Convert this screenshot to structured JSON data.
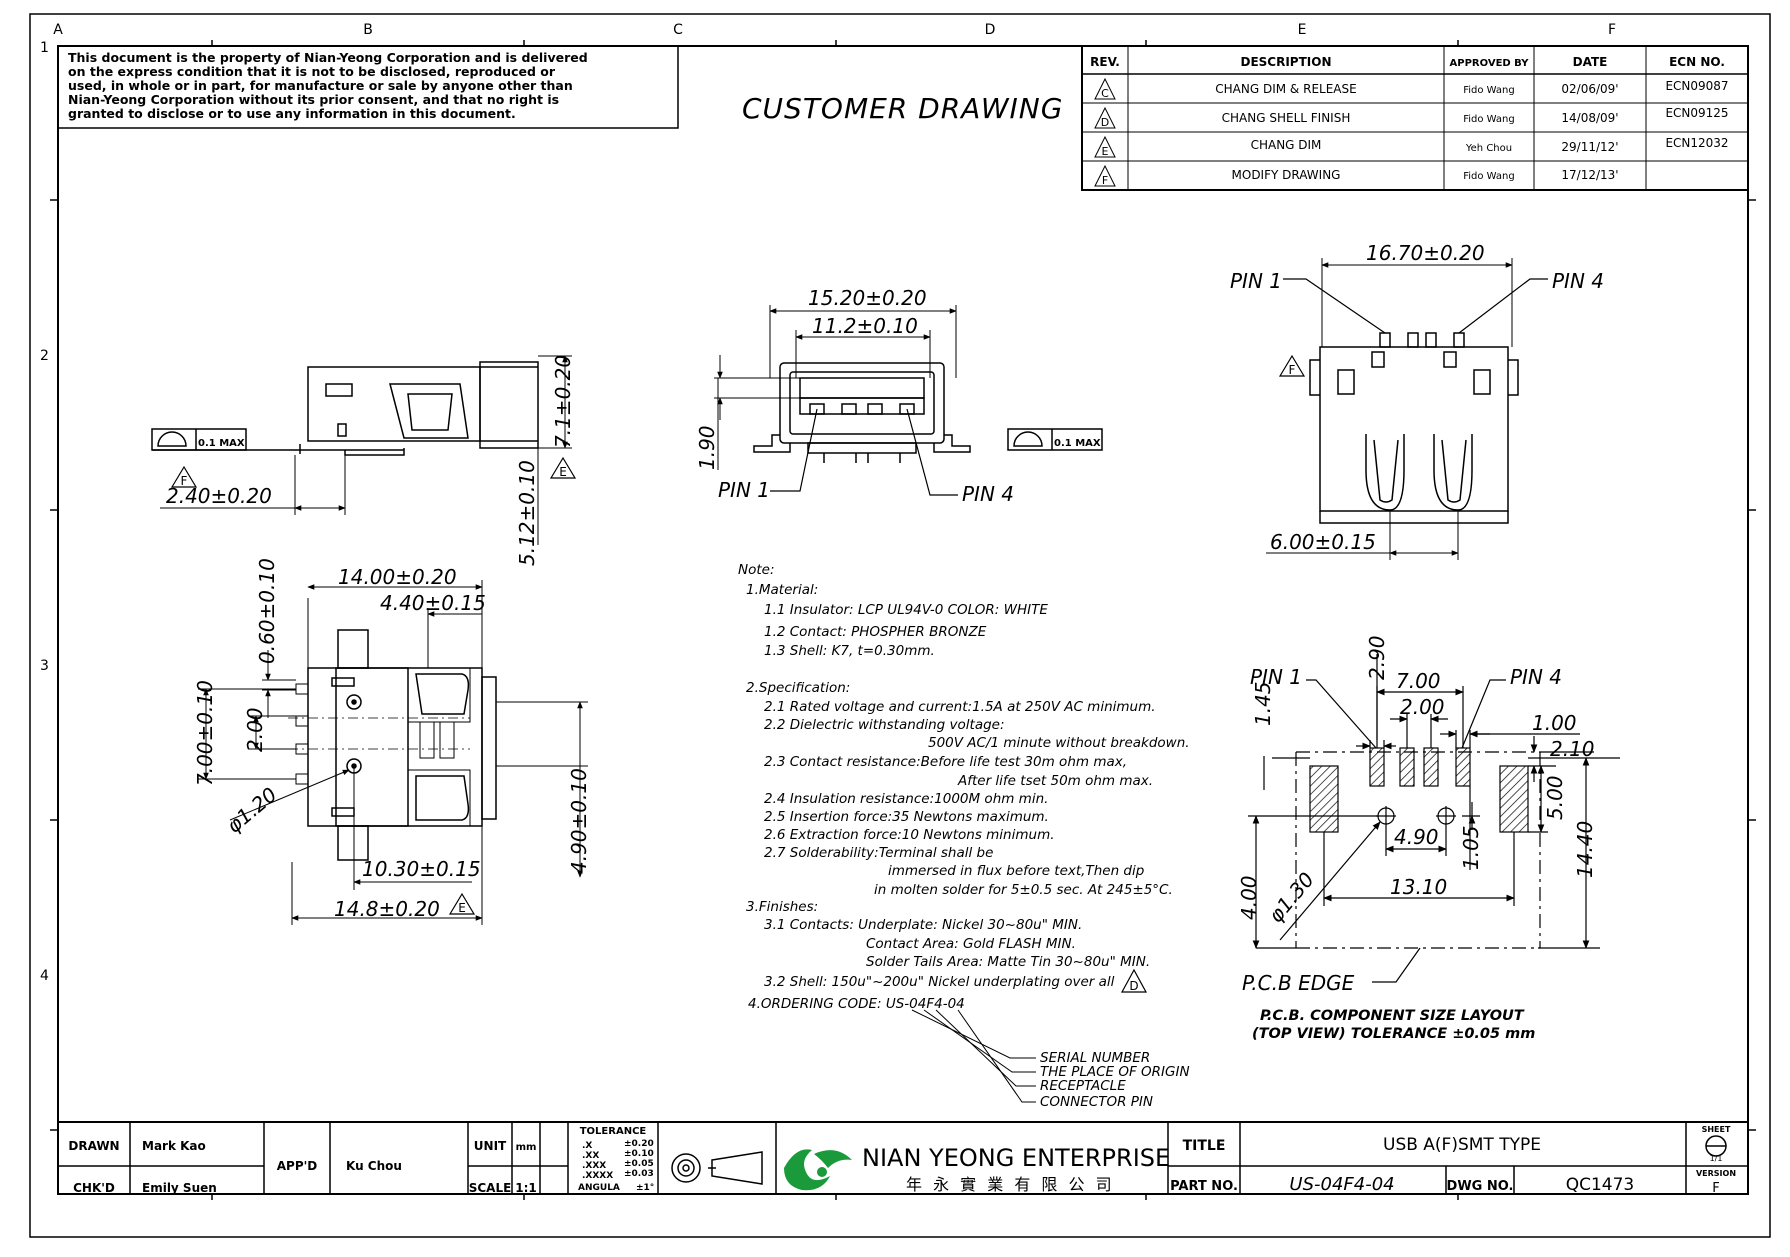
{
  "grid": {
    "columns": [
      "A",
      "B",
      "C",
      "D",
      "E",
      "F"
    ],
    "rows": [
      "1",
      "2",
      "3",
      "4"
    ]
  },
  "notice_lines": [
    "This document is the property of Nian-Yeong Corporation and is delivered",
    "on the express condition that it is not to be disclosed, reproduced or",
    "used, in whole or in part, for manufacture or sale by anyone other than",
    "Nian-Yeong Corporation without its prior consent, and that no right is",
    "granted to disclose or to use any information in this document."
  ],
  "drawing_title": "CUSTOMER DRAWING",
  "revision_table": {
    "headers": [
      "REV.",
      "DESCRIPTION",
      "APPROVED BY",
      "DATE",
      "ECN NO."
    ],
    "rows": [
      {
        "rev": "C",
        "description": "CHANG DIM & RELEASE",
        "approved_by": "Fido Wang",
        "date": "02/06/09'",
        "ecn": "ECN09087"
      },
      {
        "rev": "D",
        "description": "CHANG SHELL FINISH",
        "approved_by": "Fido Wang",
        "date": "14/08/09'",
        "ecn": "ECN09125"
      },
      {
        "rev": "E",
        "description": "CHANG DIM",
        "approved_by": "Yeh Chou",
        "date": "29/11/12'",
        "ecn": "ECN12032"
      },
      {
        "rev": "F",
        "description": "MODIFY DRAWING",
        "approved_by": "Fido Wang",
        "date": "17/12/13'",
        "ecn": ""
      }
    ]
  },
  "side_view": {
    "dim_height": "7.1±0.20",
    "dim_pin_offset": "2.40±0.20",
    "dim_body": "5.12±0.10",
    "flatness": "0.1 MAX",
    "rev_mark_1": "F",
    "rev_mark_2": "E"
  },
  "front_view": {
    "dim_outer": "15.20±0.20",
    "dim_inner": "11.2±0.10",
    "dim_height": "1.90",
    "pin1": "PIN 1",
    "pin4": "PIN 4",
    "flatness": "0.1 MAX"
  },
  "top_view": {
    "dim_width": "14.00±0.20",
    "dim_4_40": "4.40±0.15",
    "dim_0_60": "0.60±0.10",
    "dim_7_00": "7.00±0.10",
    "dim_2_00": "2.00",
    "dim_hole": "φ1.20",
    "dim_4_90": "4.90±0.10",
    "dim_10_30": "10.30±0.15",
    "dim_14_8": "14.8±0.20",
    "rev_mark": "E"
  },
  "rear_view": {
    "dim_width": "16.70±0.20",
    "dim_6_00": "6.00±0.15",
    "pin1": "PIN 1",
    "pin4": "PIN 4",
    "rev_mark": "F"
  },
  "pcb_layout": {
    "pin1": "PIN 1",
    "pin4": "PIN 4",
    "dim_2_90": "2.90",
    "dim_7_00": "7.00",
    "dim_2_00": "2.00",
    "dim_1_00": "1.00",
    "dim_1_45": "1.45",
    "dim_2_10": "2.10",
    "dim_5_00": "5.00",
    "dim_4_90": "4.90",
    "dim_1_05": "1.05",
    "dim_14_40": "14.40",
    "dim_13_10": "13.10",
    "dim_4_00": "4.00",
    "dim_hole": "φ1.30",
    "pcb_edge": "P.C.B EDGE",
    "caption_1": "P.C.B. COMPONENT SIZE LAYOUT",
    "caption_2": "(TOP VIEW) TOLERANCE ±0.05 mm"
  },
  "notes": {
    "heading": "Note:",
    "lines": [
      "1.Material:",
      "1.1  Insulator:   LCP  UL94V-0  COLOR:  WHITE",
      "1.2  Contact:  PHOSPHER  BRONZE",
      "1.3  Shell:  K7,  t=0.30mm.",
      "2.Specification:",
      "2.1  Rated  voltage  and  current:1.5A  at  250V  AC  minimum.",
      "2.2  Dielectric  withstanding  voltage:",
      "500V  AC/1  minute  without  breakdown.",
      "2.3  Contact  resistance:Before  life  test  30m  ohm  max,",
      "After  life  tset  50m  ohm  max.",
      "2.4  Insulation  resistance:1000M  ohm  min.",
      "2.5  Insertion  force:35  Newtons  maximum.",
      "2.6  Extraction  force:10  Newtons  minimum.",
      "2.7  Solderability:Terminal  shall  be",
      "immersed  in  flux  before  text,Then  dip",
      "in  molten  solder  for  5±0.5  sec.  At  245±5°C.",
      "3.Finishes:",
      "3.1  Contacts:   Underplate:  Nickel  30~80u\"  MIN.",
      "Contact  Area:    Gold  FLASH  MIN.",
      "Solder  Tails  Area:  Matte  Tin  30~80u\"  MIN.",
      "3.2  Shell:  150u\"~200u\"  Nickel  underplating  over  all",
      "4.ORDERING  CODE:  US-04F4-04"
    ],
    "rev_mark": "D",
    "ordering_callouts": [
      "SERIAL  NUMBER",
      "THE  PLACE  OF  ORIGIN",
      "RECEPTACLE",
      "CONNECTOR  PIN"
    ]
  },
  "title_block": {
    "drawn_label": "DRAWN",
    "drawn_value": "Mark Kao",
    "checked_label": "CHK'D",
    "checked_value": "Emily Suen",
    "approved_label": "APP'D",
    "approved_value": "Ku Chou",
    "unit_label": "UNIT",
    "unit_value": "mm",
    "scale_label": "SCALE",
    "scale_value": "1:1",
    "tolerance_label": "TOLERANCE",
    "tolerances": [
      {
        "k": ".X",
        "v": "±0.20"
      },
      {
        "k": ".XX",
        "v": "±0.10"
      },
      {
        "k": ".XXX",
        "v": "±0.05"
      },
      {
        "k": ".XXXX",
        "v": "±0.03"
      },
      {
        "k": "ANGULA",
        "v": "±1°"
      }
    ],
    "company_name": "NIAN YEONG ENTERPRISE",
    "company_chinese": "年 永 實 業 有 限 公 司",
    "title_label": "TITLE",
    "title_value": "USB A(F)SMT TYPE",
    "part_label": "PART NO.",
    "part_value": "US-04F4-04",
    "dwg_label": "DWG NO.",
    "dwg_value": "QC1473",
    "sheet_label": "SHEET",
    "sheet_value": "1/1",
    "version_label": "VERSION",
    "version_value": "F",
    "brand_color": "#1a9a3a"
  }
}
